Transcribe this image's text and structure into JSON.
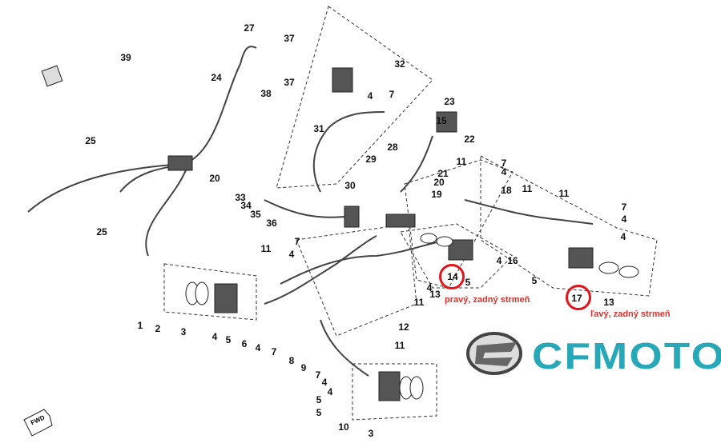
{
  "callouts": [
    "39",
    "27",
    "37",
    "37",
    "38",
    "32",
    "24",
    "4",
    "7",
    "23",
    "15",
    "22",
    "31",
    "25",
    "20",
    "28",
    "29",
    "21",
    "20",
    "19",
    "11",
    "7",
    "4",
    "18",
    "11",
    "11",
    "7",
    "4",
    "30",
    "33",
    "34",
    "35",
    "36",
    "25",
    "4",
    "11",
    "7",
    "4",
    "13",
    "4",
    "14",
    "5",
    "4",
    "16",
    "5",
    "17",
    "13",
    "11",
    "1",
    "2",
    "3",
    "4",
    "5",
    "6",
    "4",
    "7",
    "8",
    "9",
    "12",
    "11",
    "7",
    "4",
    "4",
    "5",
    "5",
    "10",
    "3"
  ],
  "highlighted": {
    "right_caliper": "14",
    "left_caliper": "17"
  },
  "annotations": {
    "right_caliper": "pravý, zadný strmeň",
    "left_caliper": "ľavý, zadný strmeň"
  },
  "logo": {
    "text": "CFMOTO",
    "color": "#27a8b8"
  },
  "fwd_label": "FWD",
  "colors": {
    "highlight": "#e3151b",
    "annotation": "#e0302c"
  }
}
